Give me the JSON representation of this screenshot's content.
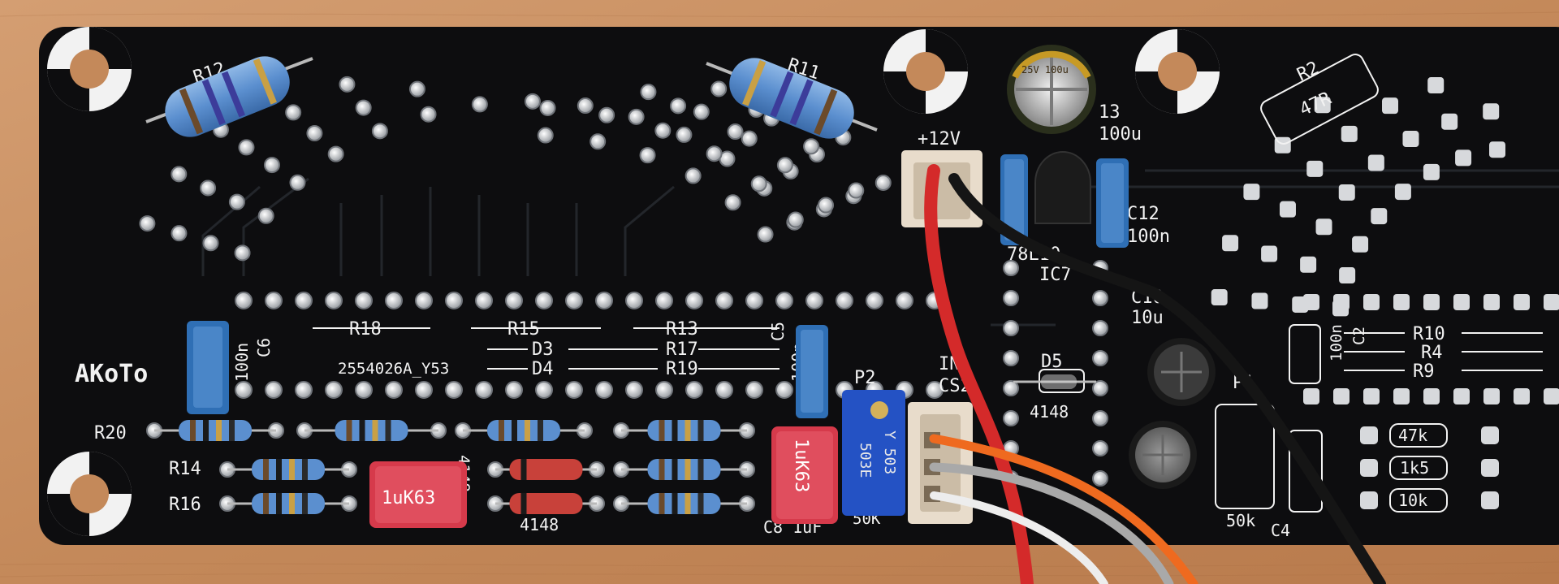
{
  "board": {
    "logo": "AKoTo",
    "part_number": "2554026A_Y53",
    "power_label": "+12V",
    "input_label": "IN",
    "colors": {
      "wood": "#c4895a",
      "pcb": "#0d0d0f",
      "silk": "#f2f2f2",
      "pad": "#d7d9dc",
      "resistor_blue": "#5b8fcf",
      "cap_red": "#d63a4b",
      "cap_blue": "#2f6fb5",
      "trimmer_blue": "#2452c4",
      "connector": "#e8dccb",
      "wire_red": "#d42a2a",
      "wire_black": "#151515",
      "wire_orange": "#ef6a1f",
      "wire_grey": "#a9a9a9"
    }
  },
  "silkscreen": {
    "r12": "R12",
    "r11": "R11",
    "r2": "R2",
    "r2_value": "47R",
    "c13": "13",
    "c13_value": "100u",
    "c12": "C12",
    "c12_value": "100n",
    "ic7": "IC7",
    "ic7_part": "78L10",
    "c10": "C10",
    "c10_value": "10u",
    "c6": "C6",
    "c6_value": "100n",
    "c5": "C5",
    "c5_value": "100n",
    "r18": "R18",
    "r15": "R15",
    "r13": "R13",
    "d3": "D3",
    "r17": "R17",
    "d4": "D4",
    "r19": "R19",
    "r20": "R20",
    "r14": "R14",
    "r16": "R16",
    "p2": "P2",
    "cs2": "CS2",
    "d5": "D5",
    "d5_part": "4148",
    "p1": "P1",
    "p1_value": "50k",
    "c2": "C2",
    "c2_value": "100n",
    "r10": "R10",
    "r4": "R4",
    "r9": "R9",
    "res_47k": "47k",
    "res_1k5": "1k5",
    "res_10k": "10k",
    "c8_label": "C8 1uF",
    "c4": "C4",
    "diode_4148_lower": "4148",
    "diode_4148_vertical": "4148",
    "trimmer_value": "50K"
  },
  "components": {
    "c13_print": "25V 100u",
    "cap_film_1": "1uK63",
    "cap_film_2": "1uK63",
    "trimmer_code": "Y 503",
    "trimmer_code2": "503E"
  }
}
